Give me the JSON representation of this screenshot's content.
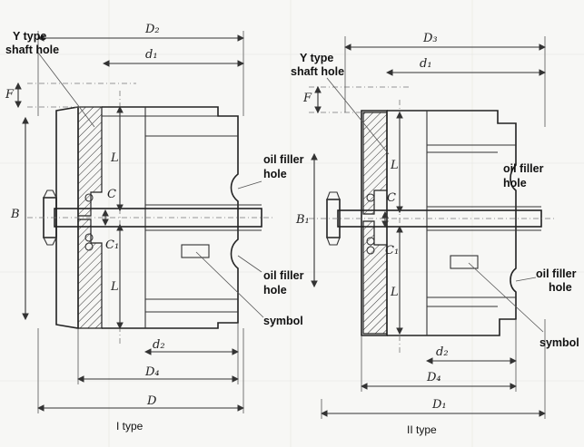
{
  "left": {
    "caption": "I type",
    "y_type": "Y type",
    "shaft_hole": "shaft hole",
    "oil_filler_top_1": "oil filler",
    "oil_filler_top_2": "hole",
    "oil_filler_bottom_1": "oil filler",
    "oil_filler_bottom_2": "hole",
    "symbol": "symbol",
    "dims": {
      "D2": "D₂",
      "d1": "d₁",
      "F": "F",
      "L_top": "L",
      "C": "C",
      "B": "B",
      "C1": "C₁",
      "L_bottom": "L",
      "d2": "d₂",
      "D4": "D₄",
      "D": "D"
    }
  },
  "right": {
    "caption": "II type",
    "y_type": "Y type",
    "shaft_hole": "shaft hole",
    "oil_filler_top_1": "oil filler",
    "oil_filler_top_2": "hole",
    "oil_filler_bottom_1": "oil filler",
    "oil_filler_bottom_2": "hole",
    "symbol": "symbol",
    "dims": {
      "D3": "D₃",
      "d1": "d₁",
      "F": "F",
      "L_top": "L",
      "C": "C",
      "B1": "B₁",
      "C1": "C₁",
      "L_bottom": "L",
      "d2": "d₂",
      "D4": "D₄",
      "D1": "D₁"
    }
  }
}
